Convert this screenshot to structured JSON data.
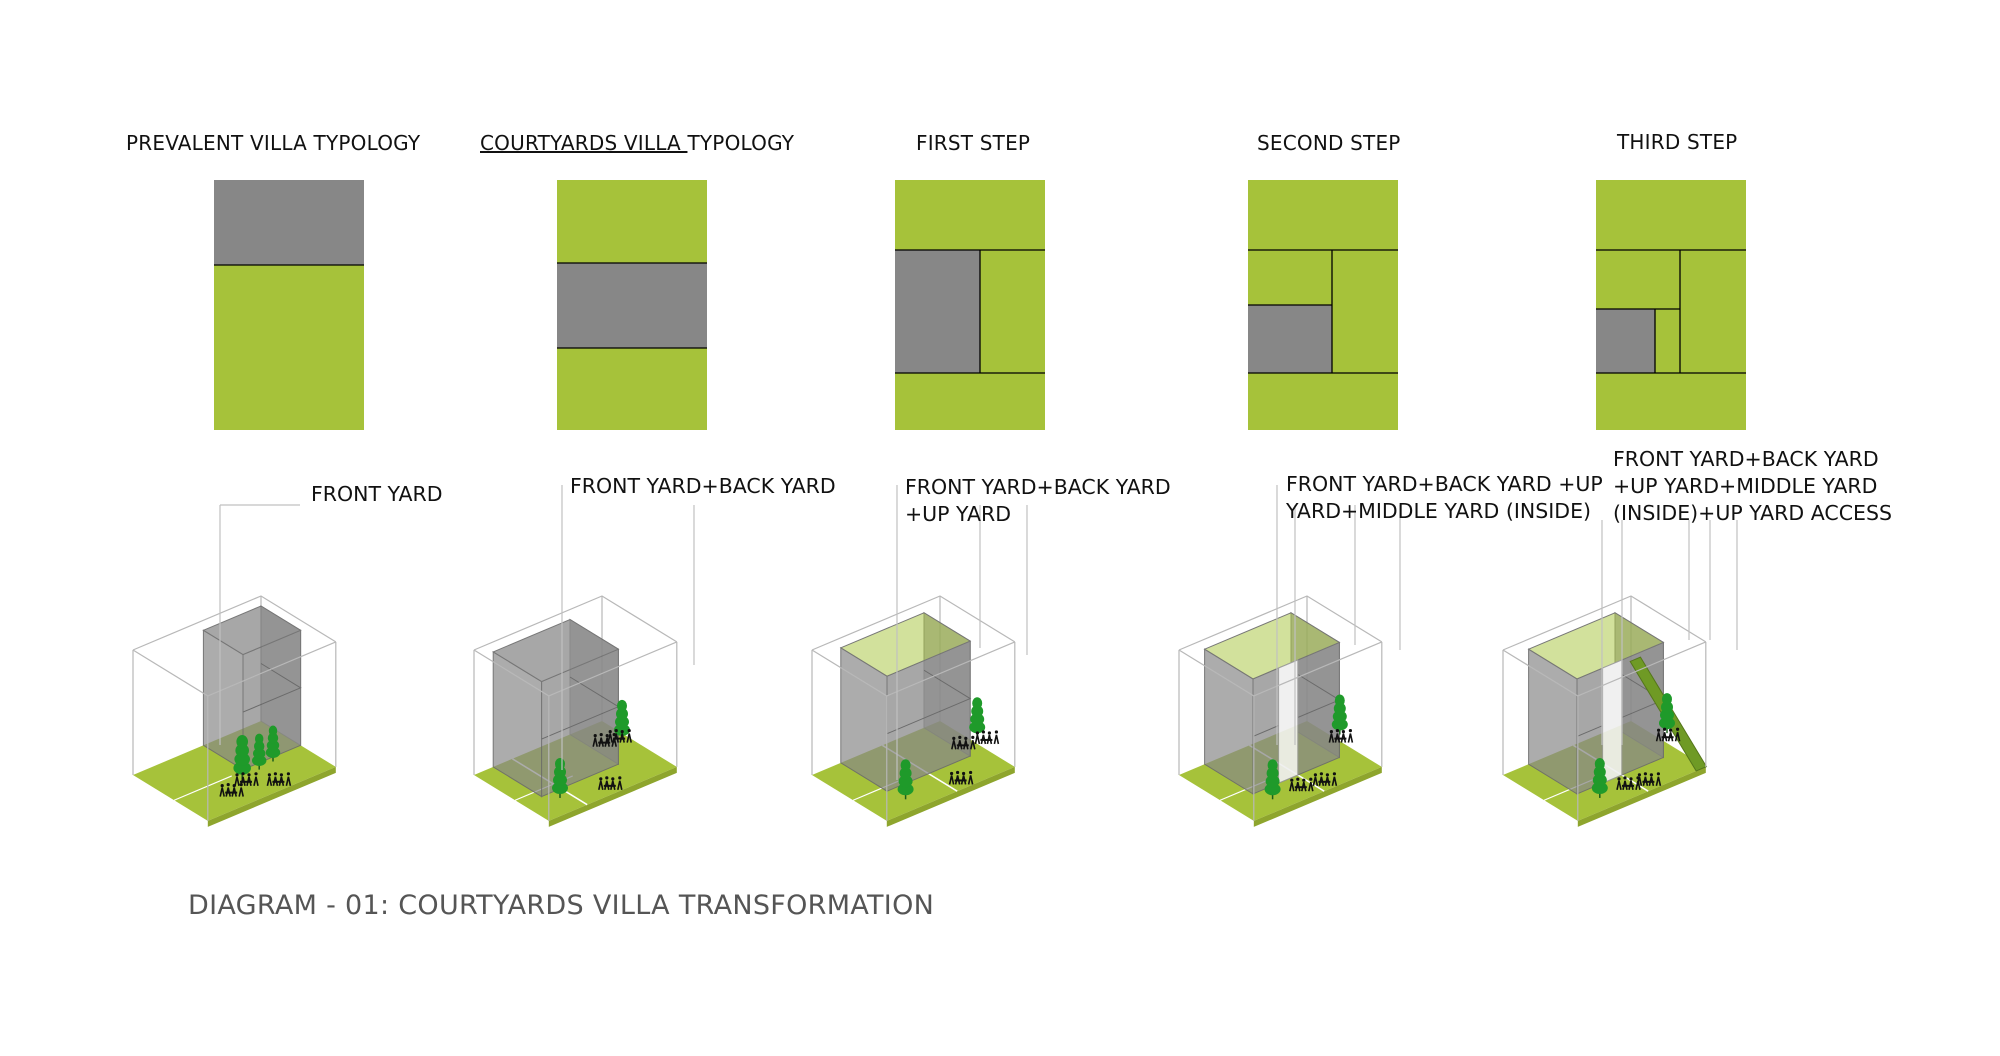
{
  "colors": {
    "grass": "#a6c23a",
    "building": "#878787",
    "tree": "#1f9a2a",
    "outline": "#b8b8b8"
  },
  "columns": [
    {
      "title": "PREVALENT VILLA TYPOLOGY",
      "label_lines": [
        "FRONT YARD"
      ]
    },
    {
      "title_underlined": "COURTYARDS VILLA ",
      "title_rest": "TYPOLOGY",
      "label_lines": [
        "FRONT YARD+BACK YARD"
      ]
    },
    {
      "title": "FIRST STEP",
      "label_lines": [
        "FRONT YARD+BACK YARD",
        "+UP YARD"
      ]
    },
    {
      "title": "SECOND STEP",
      "label_lines": [
        "FRONT YARD+BACK YARD +UP",
        "YARD+MIDDLE YARD (INSIDE)"
      ]
    },
    {
      "title": "THIRD STEP",
      "label_lines": [
        "FRONT YARD+BACK YARD",
        "+UP YARD+MIDDLE YARD",
        "(INSIDE)+UP YARD ACCESS"
      ]
    }
  ],
  "caption": "DIAGRAM - 01: COURTYARDS VILLA TRANSFORMATION"
}
